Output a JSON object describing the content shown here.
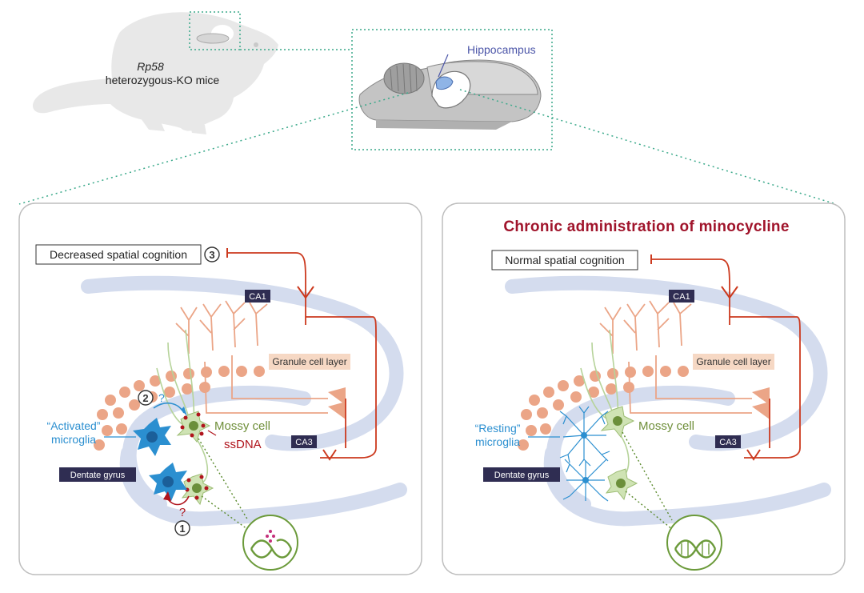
{
  "mouse": {
    "label_italic": "Rp58",
    "label_rest": "heterozygous-KO mice"
  },
  "brain": {
    "hippocampus_label": "Hippocampus"
  },
  "left_panel": {
    "cognition_label": "Decreased spatial cognition",
    "step3": "3",
    "ca1": "CA1",
    "ca3": "CA3",
    "granule_label": "Granule cell layer",
    "mossy_label": "Mossy cell",
    "ssdna_label": "ssDNA",
    "microglia_line1": "“Activated”",
    "microglia_line2": "microglia",
    "dentate_label": "Dentate gyrus",
    "step2": "2",
    "q2": "?",
    "q1": "?",
    "step1": "1"
  },
  "right_panel": {
    "title": "Chronic administration of minocycline",
    "cognition_label": "Normal spatial cognition",
    "ca1": "CA1",
    "ca3": "CA3",
    "granule_label": "Granule cell layer",
    "mossy_label": "Mossy cell",
    "microglia_line1": "“Resting”",
    "microglia_line2": "microglia",
    "dentate_label": "Dentate gyrus"
  },
  "colors": {
    "hippocampus_band": "#d4dcee",
    "granule": "#eba587",
    "axon_red": "#cc3a1f",
    "mossy_green": "#7fae45",
    "activated_microglia": "#2b8fd0",
    "dark_label_bg": "#2f2d52",
    "title_red": "#a0142b"
  }
}
